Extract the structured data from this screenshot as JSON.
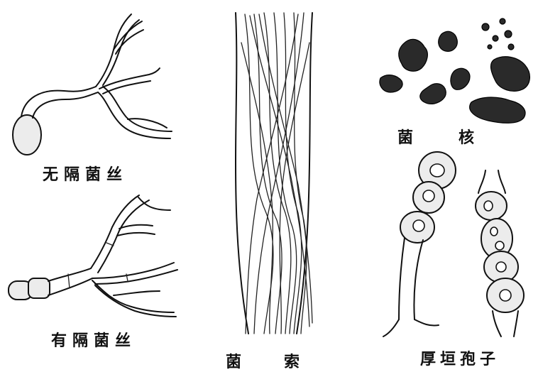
{
  "figure": {
    "labels": {
      "aseptate_hyphae": "无隔菌丝",
      "septate_hyphae": "有隔菌丝",
      "mycelial_cord": [
        "菌",
        "索"
      ],
      "sclerotium": [
        "菌",
        "核"
      ],
      "chlamydospore": "厚垣孢子"
    }
  }
}
